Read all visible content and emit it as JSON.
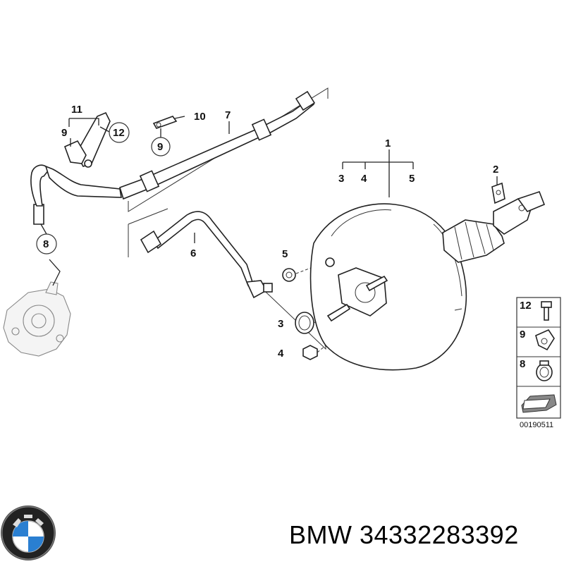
{
  "callouts": {
    "c1": "1",
    "c2": "2",
    "c3_top": "3",
    "c4_top": "4",
    "c5_top": "5",
    "c5_mid": "5",
    "c3_mid": "3",
    "c4_mid": "4",
    "c6": "6",
    "c7": "7",
    "c8": "8",
    "c9_top": "9",
    "c9_left": "9",
    "c10": "10",
    "c11": "11",
    "c12": "12"
  },
  "legend": {
    "items": [
      {
        "num": "12",
        "icon": "bolt-icon"
      },
      {
        "num": "9",
        "icon": "clamp-icon"
      },
      {
        "num": "8",
        "icon": "hose-clamp-icon"
      }
    ],
    "arrow_icon": "arrow-icon",
    "code": "00190511"
  },
  "brand": {
    "logo": "bmw-logo",
    "logo_letters": "BMW",
    "text": "BMW 34332283392"
  }
}
